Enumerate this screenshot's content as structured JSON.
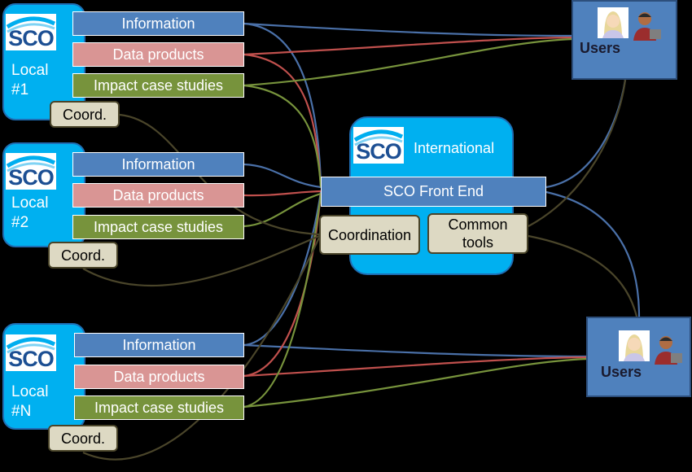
{
  "logo_text": "SCO",
  "local_units": [
    {
      "line1": "Local",
      "line2": "#1",
      "information": "Information",
      "data_products": "Data products",
      "impact": "Impact case studies",
      "coord": "Coord."
    },
    {
      "line1": "Local",
      "line2": "#2",
      "information": "Information",
      "data_products": "Data products",
      "impact": "Impact case studies",
      "coord": "Coord."
    },
    {
      "line1": "Local",
      "line2": "#N",
      "information": "Information",
      "data_products": "Data products",
      "impact": "Impact case studies",
      "coord": "Coord."
    }
  ],
  "international": {
    "label": "International",
    "front_end": "SCO Front End",
    "coordination": "Coordination",
    "common_tools_line1": "Common",
    "common_tools_line2": "tools"
  },
  "users": [
    {
      "label": "Users",
      "icons": [
        "female-user-icon",
        "male-user-icon"
      ]
    },
    {
      "label": "Users",
      "icons": [
        "female-user-icon",
        "male-user-icon"
      ]
    }
  ],
  "colors": {
    "background": "#000000",
    "panel": "#00b0f0",
    "information": "#4f81bd",
    "data_products": "#d99594",
    "impact": "#77933c",
    "coord": "#ddd9c3",
    "link_information": "#4a70a8",
    "link_data": "#c0504d",
    "link_impact": "#77933c",
    "link_coord": "#4a452a"
  }
}
